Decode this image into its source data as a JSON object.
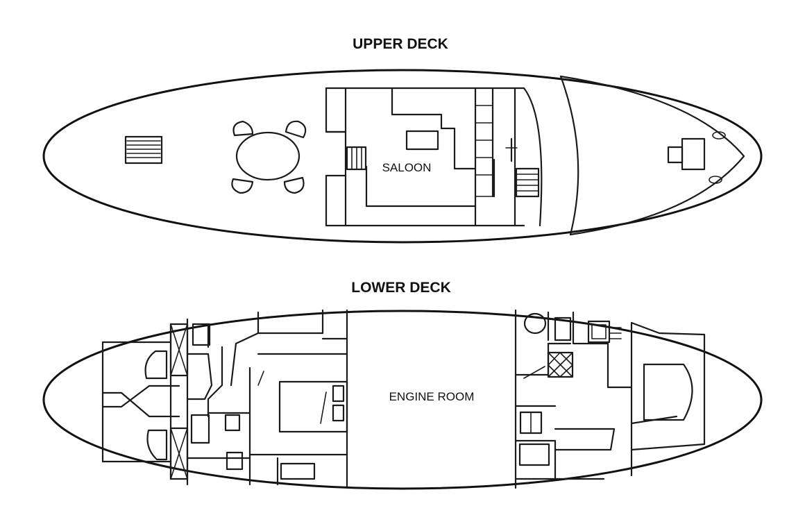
{
  "upper_deck": {
    "title": "UPPER DECK",
    "rooms": {
      "saloon": "SALOON"
    }
  },
  "lower_deck": {
    "title": "LOWER DECK",
    "rooms": {
      "engine_room": "ENGINE ROOM"
    }
  },
  "colors": {
    "ink": "#1a1a1a",
    "paper": "#ffffff"
  }
}
